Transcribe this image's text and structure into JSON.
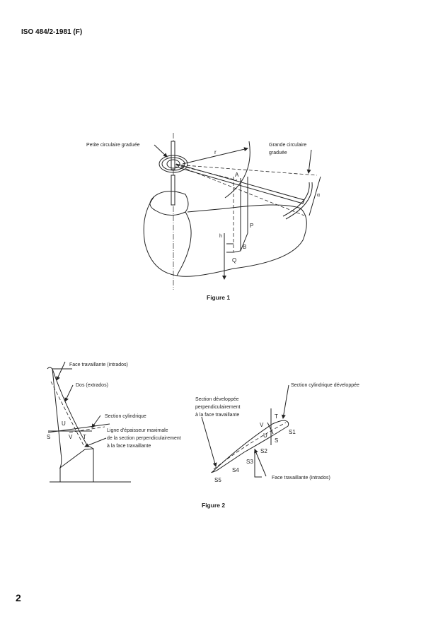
{
  "header": {
    "standard_ref": "ISO 484/2-1981 (F)"
  },
  "figure1": {
    "caption": "Figure 1",
    "labels": {
      "petite": "Petite circulaire graduée",
      "grande_line1": "Grande circulaire",
      "grande_line2": "graduée",
      "r": "r",
      "A": "A",
      "P": "P",
      "B": "B",
      "Q": "Q",
      "h": "h",
      "alpha": "α"
    }
  },
  "figure2": {
    "caption": "Figure 2",
    "left": {
      "face": "Face travaillante (intrados)",
      "dos": "Dos (extrados)",
      "section": "Section cylindrique",
      "ligne1": "Ligne d'épaisseur maximale",
      "ligne2": "de la section perpendiculairement",
      "ligne3": "à la face travaillante",
      "U": "U",
      "S": "S",
      "V": "V",
      "T": "T"
    },
    "right": {
      "section_dev": "Section cylindrique développée",
      "perp1": "Section développée",
      "perp2": "perpendiculairement",
      "perp3": "à la face travaillante",
      "face": "Face travaillante (intrados)",
      "T": "T",
      "V": "V",
      "U": "U",
      "S": "S",
      "S1": "S1",
      "S2": "S2",
      "S3": "S3",
      "S4": "S4",
      "S5": "S5"
    }
  },
  "footer": {
    "page_number": "2"
  }
}
